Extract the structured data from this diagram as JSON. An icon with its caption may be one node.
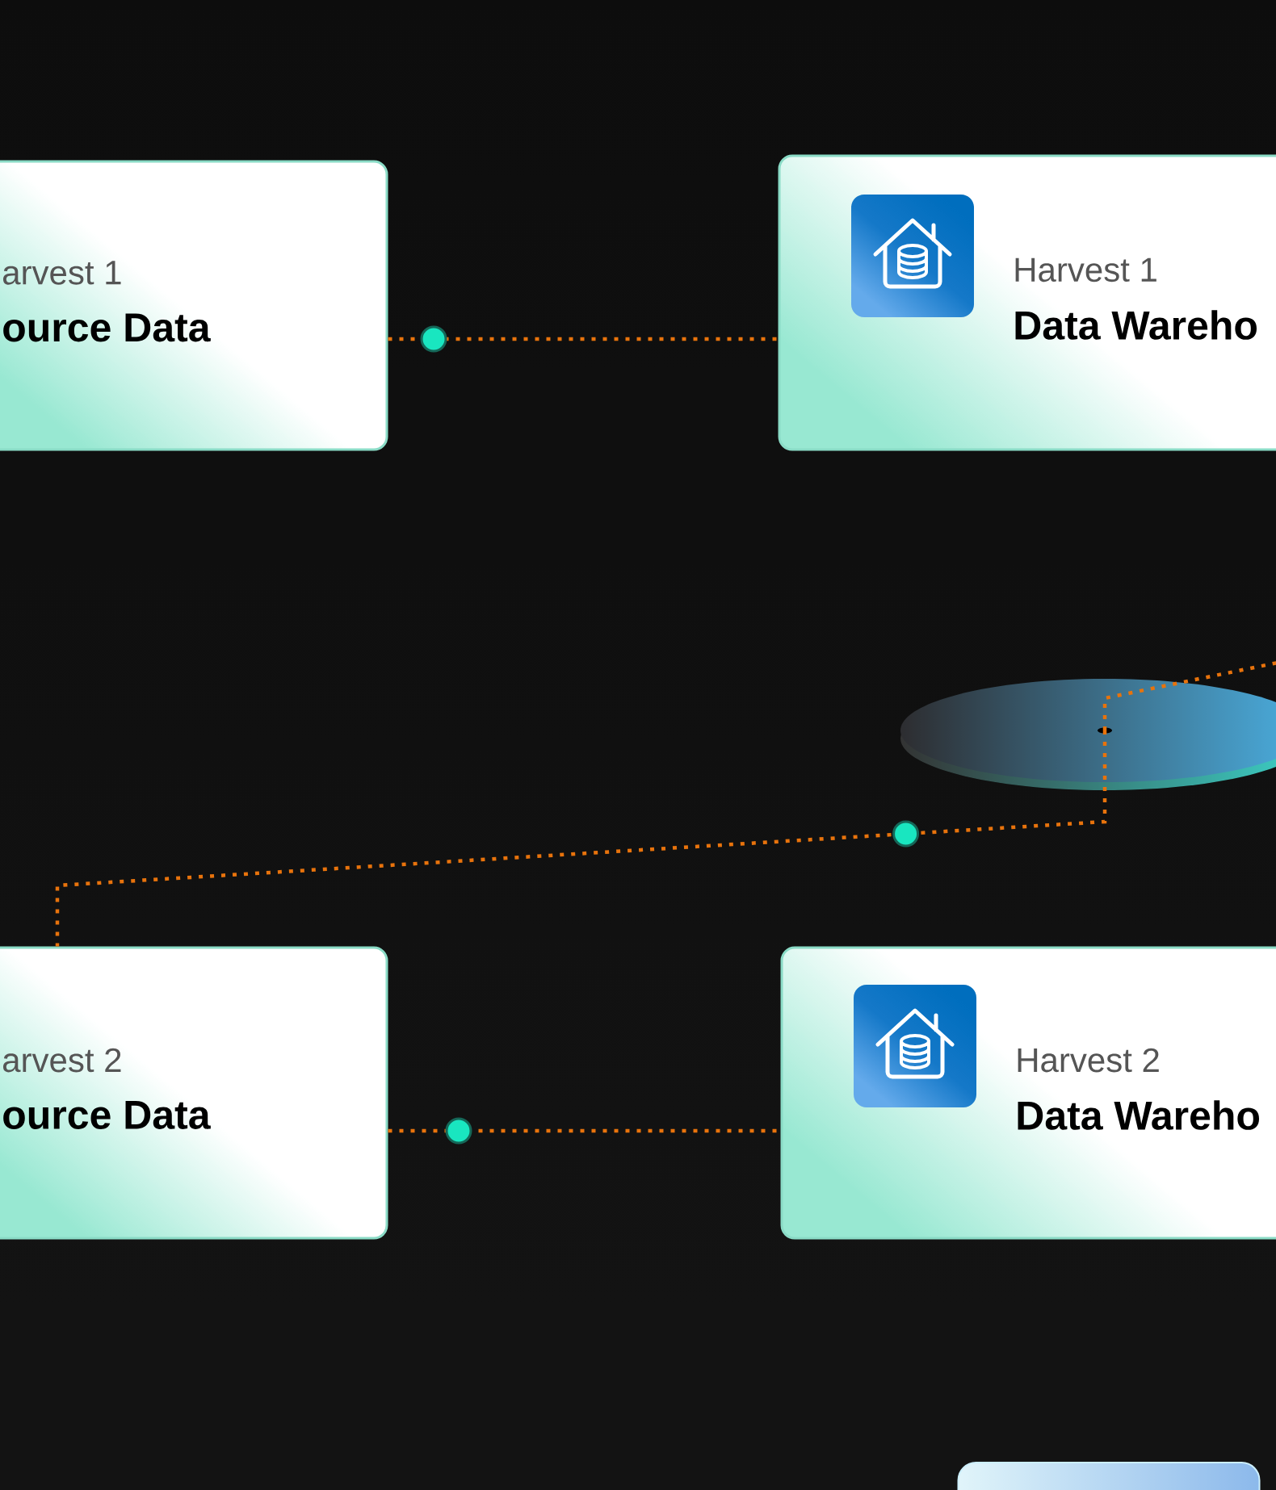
{
  "diagram": {
    "nodes": [
      {
        "text": [
          "arvest 1",
          "ource Data"
        ]
      },
      {
        "text": [
          "Harvest 1",
          "Data Wareho"
        ]
      },
      {
        "text": [],
        "shape": "disk"
      },
      {
        "text": [
          "arvest 2",
          "ource Data"
        ]
      },
      {
        "text": [
          "Harvest 2",
          "Data Wareho"
        ]
      },
      {
        "text": [],
        "shape": "cylinder"
      }
    ],
    "edges": [
      {
        "from": 0,
        "to": 1,
        "arrow": "none"
      },
      {
        "from": 3,
        "to": 4,
        "arrow": "none"
      },
      {
        "from": 2,
        "to": 3,
        "arrow": "none"
      },
      {
        "from": 2,
        "to": null,
        "arrow": "none"
      }
    ]
  }
}
